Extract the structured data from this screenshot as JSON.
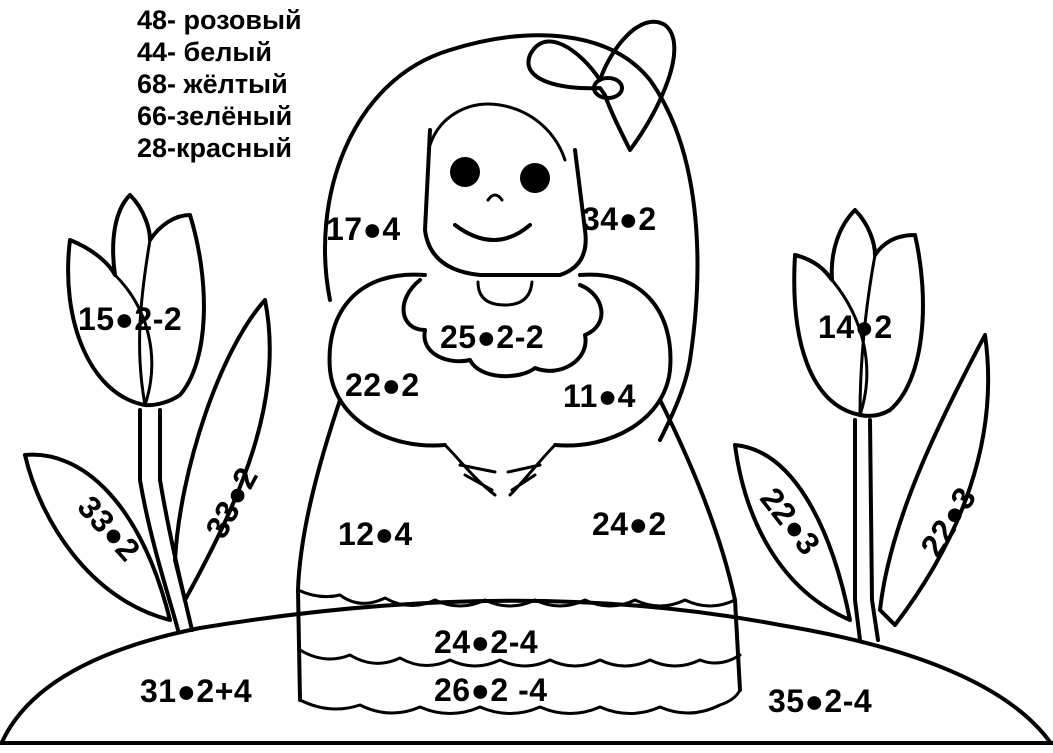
{
  "legend": [
    "48- розовый",
    "44- белый",
    "68- жёлтый",
    "66-зелёный",
    "28-красный"
  ],
  "exercises": {
    "hair_left": "17●4",
    "hair_right": "34●2",
    "tulip_left": "15●2-2",
    "tulip_right": "14●2",
    "collar": "25●2-2",
    "sleeve_left": "22●2",
    "sleeve_right": "11●4",
    "leaf_left_outer": "33●2",
    "leaf_left_inner": "33●2",
    "leaf_right_inner": "22●3",
    "leaf_right_outer": "22●3",
    "dress_left": "12●4",
    "dress_right": "24●2",
    "frill_upper": "24●2-4",
    "frill_lower": "26●2 -4",
    "ground_left": "31●2+4",
    "ground_right": "35●2-4"
  },
  "colors": {
    "ink": "#000000",
    "paper": "#ffffff"
  }
}
